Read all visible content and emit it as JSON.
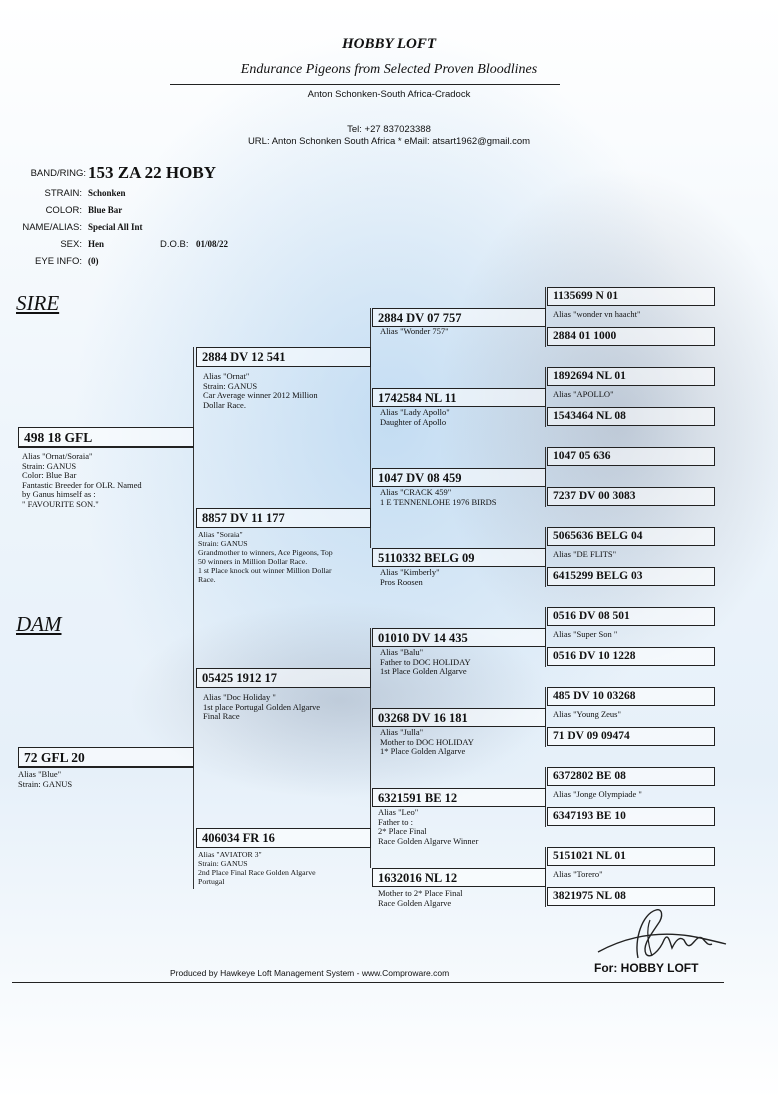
{
  "header": {
    "title": "HOBBY LOFT",
    "subtitle": "Endurance Pigeons from Selected Proven Bloodlines",
    "owner": "Anton Schonken-South Africa-Cradock",
    "tel": "Tel: +27 837023388",
    "url": "URL: Anton Schonken South Africa * eMail: atsart1962@gmail.com"
  },
  "bird": {
    "band_label": "BAND/RING:",
    "band": "153 ZA 22 HOBY",
    "strain_label": "STRAIN:",
    "strain": "Schonken",
    "color_label": "COLOR:",
    "color": "Blue Bar",
    "alias_label": "NAME/ALIAS:",
    "alias": "Special All Int",
    "sex_label": "SEX:",
    "sex": "Hen",
    "dob_label": "D.O.B:",
    "dob": "01/08/22",
    "eye_label": "EYE INFO:",
    "eye": "(0)"
  },
  "sections": {
    "sire": "SIRE",
    "dam": "DAM"
  },
  "pedigree": {
    "sire": {
      "band": "498 18 GFL",
      "info": [
        "Alias \"Ornat/Soraia\"",
        "Strain: GANUS",
        "Color: Blue Bar",
        "Fantastic Breeder for OLR. Named",
        "by Ganus himself as :",
        "\" FAVOURITE SON.\""
      ]
    },
    "ss": {
      "band": "2884 DV 12 541",
      "info": [
        "Alias \"Ornat\"",
        "Strain: GANUS",
        "Car Average winner 2012 Million",
        "Dollar Race."
      ]
    },
    "sd": {
      "band": "8857 DV 11 177",
      "info": [
        "Alias \"Soraia\"",
        "Strain: GANUS",
        "Grandmother to winners, Ace Pigeons, Top",
        "50 winners in Million Dollar Race.",
        "1 st Place knock out winner Million Dollar",
        "Race."
      ]
    },
    "sss": {
      "band": "2884 DV 07 757",
      "info": [
        "Alias \"Wonder 757\""
      ]
    },
    "ssd": {
      "band": "1742584 NL 11",
      "info": [
        "Alias \"Lady Apollo\"",
        "Daughter of Apollo"
      ]
    },
    "sds": {
      "band": "1047 DV 08 459",
      "info": [
        "Alias \"CRACK 459\"",
        "1 E TENNENLOHE 1976 BIRDS"
      ]
    },
    "sdd": {
      "band": "5110332 BELG 09",
      "info": [
        "Alias \"Kimberly\"",
        "Pros Roosen"
      ]
    },
    "dam": {
      "band": "72 GFL 20",
      "info": [
        "Alias \"Blue\"",
        "Strain: GANUS"
      ]
    },
    "ds": {
      "band": "05425 1912 17",
      "info": [
        "Alias \"Doc Holiday \"",
        "1st place Portugal Golden Algarve",
        "Final Race"
      ]
    },
    "dd": {
      "band": "406034 FR 16",
      "info": [
        "Alias \"AVIATOR 3\"",
        "Strain: GANUS",
        "2nd Place Final Race Golden Algarve",
        "Portugal"
      ]
    },
    "dss": {
      "band": "01010 DV 14 435",
      "info": [
        "Alias \"Balu\"",
        "Father to DOC HOLIDAY",
        "1st Place Golden Algarve"
      ]
    },
    "dsd": {
      "band": "03268 DV 16 181",
      "info": [
        "Alias \"Julla\"",
        "Mother to DOC HOLIDAY",
        "1* Place Golden Algarve"
      ]
    },
    "dds": {
      "band": "6321591 BE 12",
      "info": [
        "Alias \"Leo\"",
        "Father to :",
        "2* Place Final",
        "Race Golden Algarve Winner"
      ]
    },
    "ddd": {
      "band": "1632016 NL 12",
      "info": [
        "Mother to 2* Place Final",
        "Race Golden Algarve"
      ]
    },
    "g4": [
      {
        "band": "1135699 N 01"
      },
      {
        "band": "2884 01 1000",
        "alias": "Alias \"wonder vn haacht\""
      },
      {
        "band": "1892694 NL 01"
      },
      {
        "band": "1543464 NL 08",
        "alias": "Alias \"APOLLO\""
      },
      {
        "band": "1047 05 636"
      },
      {
        "band": "7237 DV 00 3083"
      },
      {
        "band": "5065636 BELG 04"
      },
      {
        "band": "6415299 BELG 03",
        "alias": "Alias \"DE FLITS\""
      },
      {
        "band": "0516 DV 08 501"
      },
      {
        "band": "0516 DV 10 1228",
        "alias": "Alias \"Super Son \""
      },
      {
        "band": "485 DV 10 03268"
      },
      {
        "band": "71 DV 09 09474",
        "alias": "Alias \"Young Zeus\""
      },
      {
        "band": "6372802 BE 08"
      },
      {
        "band": "6347193 BE 10",
        "alias": "Alias \"Jonge Olympiade \""
      },
      {
        "band": "5151021 NL 01"
      },
      {
        "band": "3821975 NL 08",
        "alias": "Alias \"Torero\""
      }
    ]
  },
  "footer": {
    "produced": "Produced by Hawkeye Loft Management System - www.Comproware.com",
    "for": "For: HOBBY LOFT"
  }
}
